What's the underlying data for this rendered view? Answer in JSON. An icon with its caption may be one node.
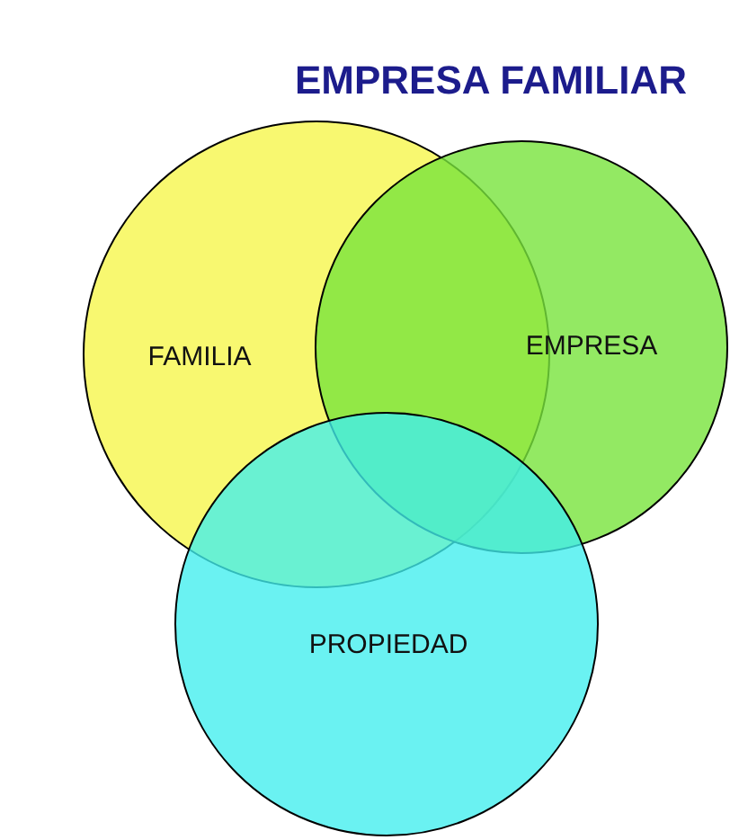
{
  "diagram": {
    "title": "EMPRESA FAMILIAR",
    "nodes": [
      {
        "text": [
          "FAMILIA"
        ]
      },
      {
        "text": [
          "EMPRESA"
        ]
      },
      {
        "text": [
          "PROPIEDAD"
        ]
      }
    ]
  }
}
